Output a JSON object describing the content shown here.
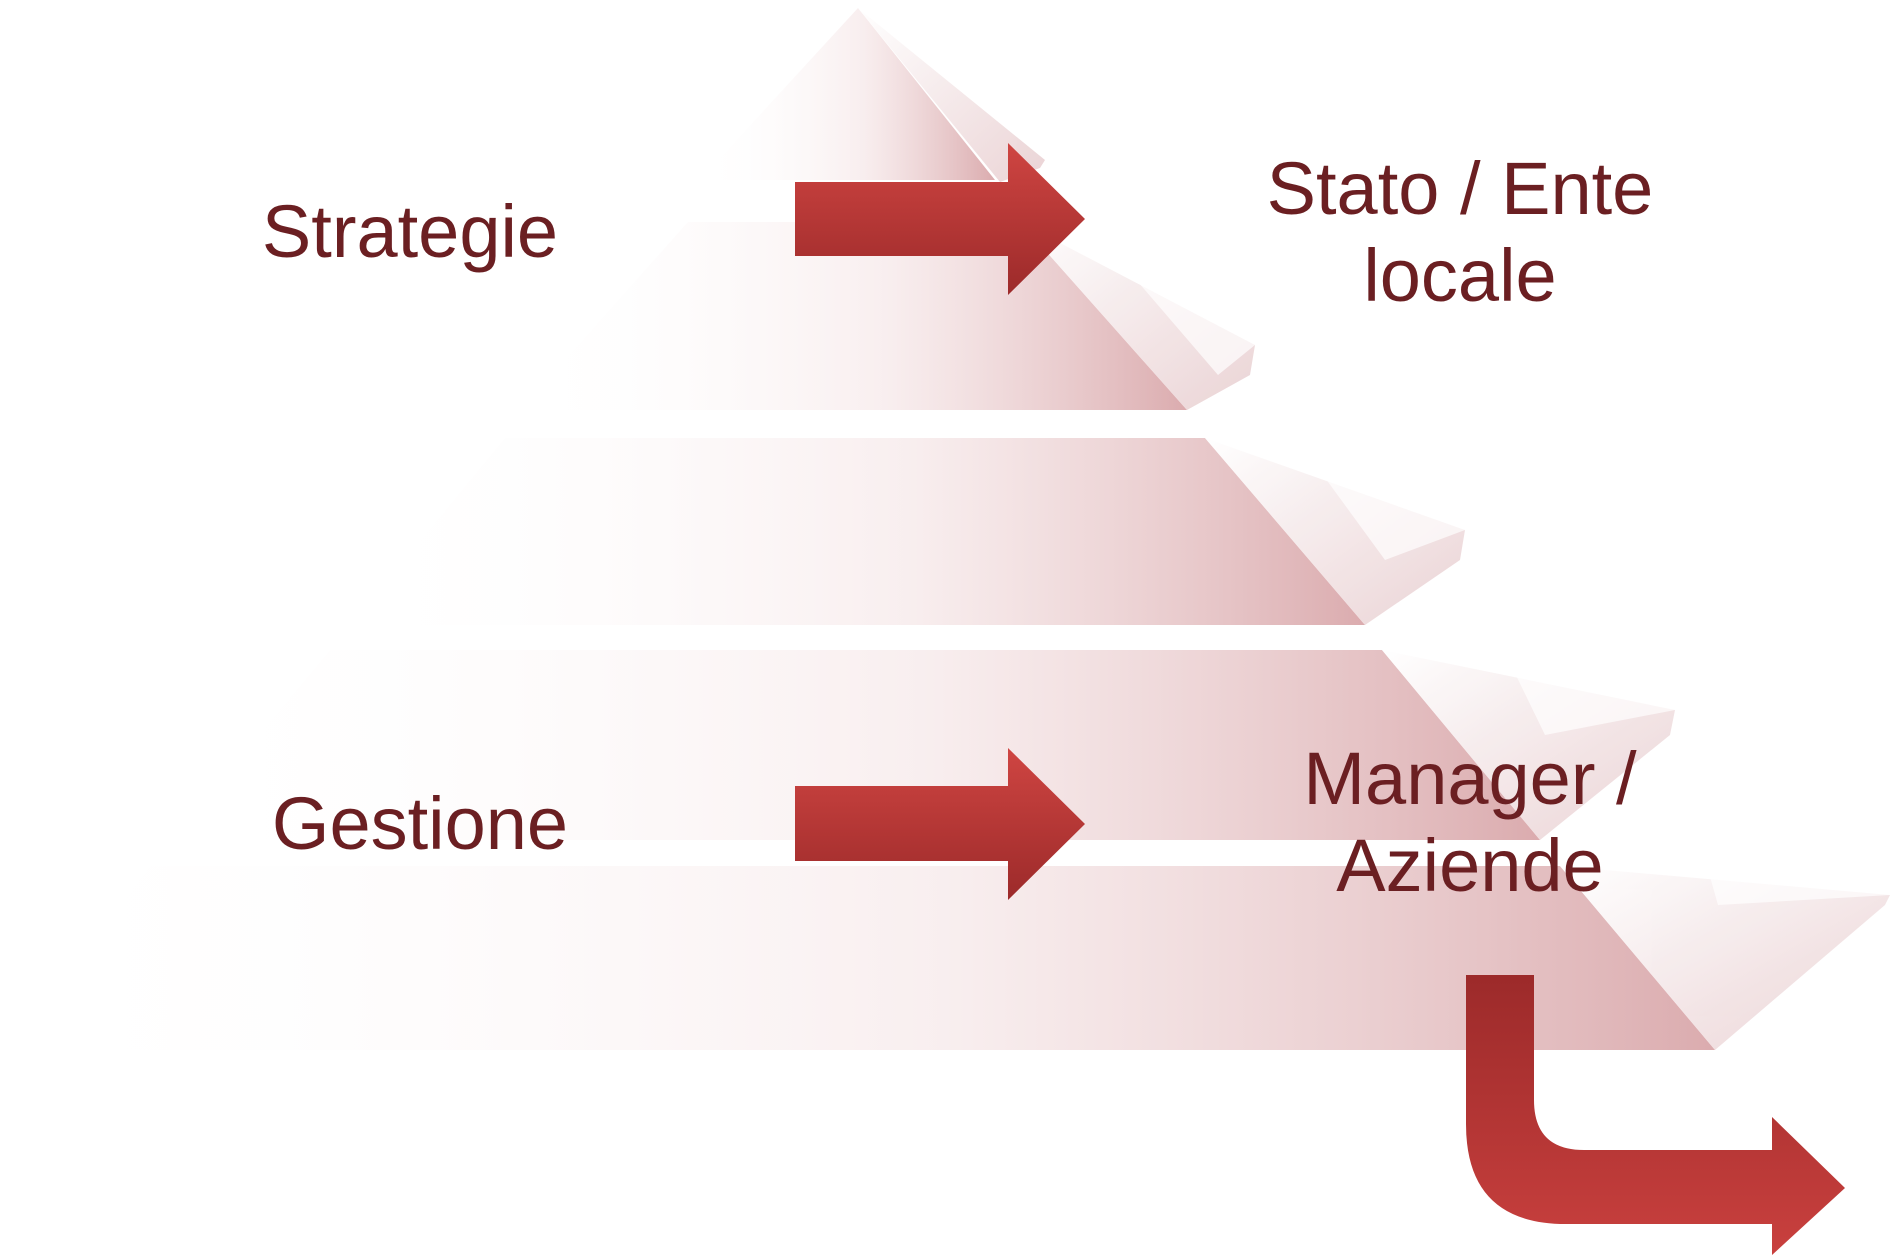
{
  "diagram": {
    "left_labels": {
      "top": "Strategie",
      "bottom": "Gestione"
    },
    "right_labels": {
      "top": [
        "Stato / Ente",
        "locale"
      ],
      "bottom": [
        "Manager /",
        "Aziende"
      ]
    },
    "pyramid_levels": 5,
    "colors": {
      "text": "#6b1f22",
      "arrow_light": "#c9403e",
      "arrow_dark": "#9c2a2a",
      "pyramid_tint": "#d9a7aa"
    }
  }
}
